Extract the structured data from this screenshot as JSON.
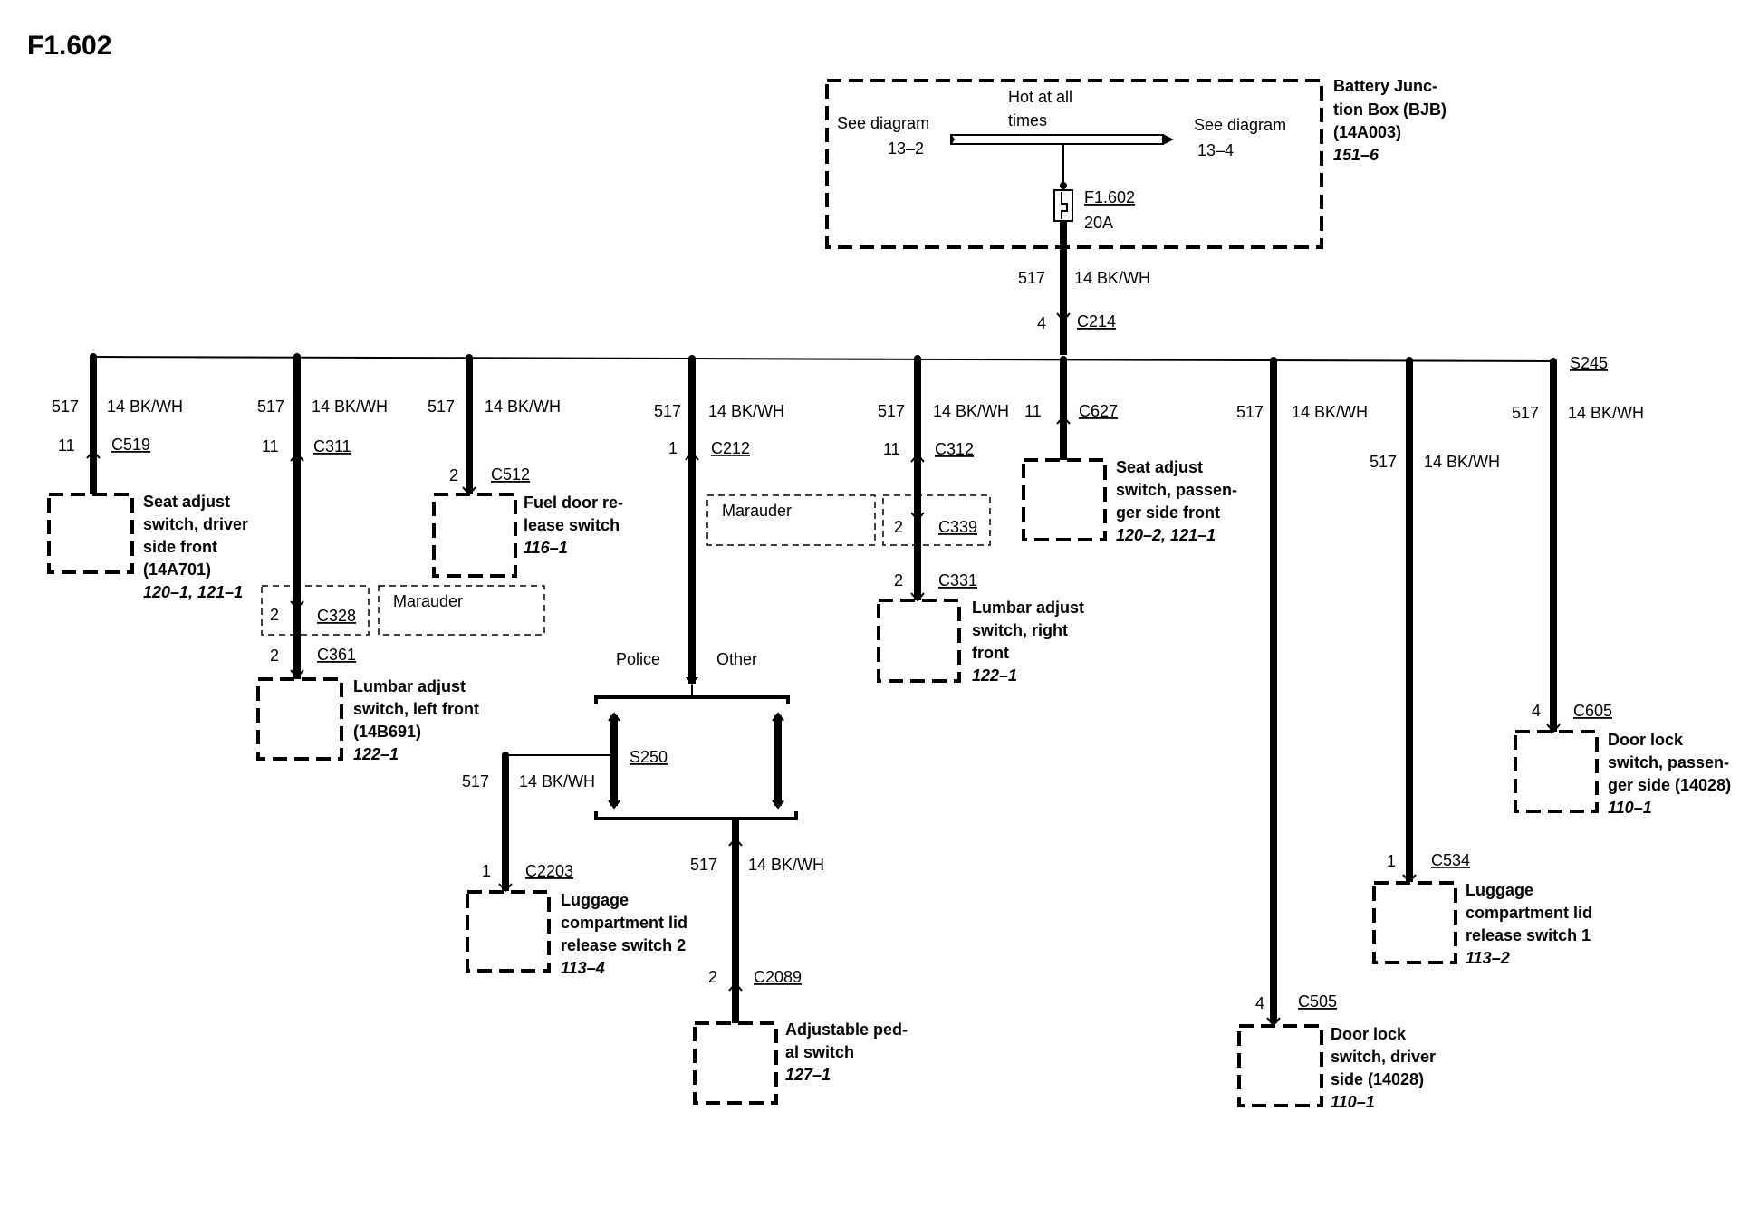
{
  "title": "F1.602",
  "bjb": {
    "name_lines": [
      "Battery Junc-",
      "tion Box (BJB)",
      "(14A003)"
    ],
    "ref": "151–6",
    "hot_lines": [
      "Hot at all",
      "times"
    ],
    "see_left_lines": [
      "See diagram",
      "13–2"
    ],
    "see_right_lines": [
      "See diagram",
      "13–4"
    ],
    "fuse_label": "F1.602",
    "fuse_rating": "20A"
  },
  "feed": {
    "circuit": "517",
    "wire": "14 BK/WH",
    "pin": "4",
    "connector": "C214"
  },
  "splices": {
    "main": "S245",
    "s250": "S250"
  },
  "options": {
    "marauder": "Marauder",
    "police": "Police",
    "other": "Other"
  },
  "branches": [
    {
      "circuit": "517",
      "wire": "14 BK/WH",
      "pin": "11",
      "connector": "C519",
      "component_lines": [
        "Seat adjust",
        "switch, driver",
        "side front",
        "(14A701)"
      ],
      "ref": "120–1, 121–1"
    },
    {
      "circuit": "517",
      "wire": "14 BK/WH",
      "pin": "11",
      "connector": "C311",
      "inline_pin": "2",
      "inline_connector": "C328",
      "pin2": "2",
      "connector2": "C361",
      "component_lines": [
        "Lumbar adjust",
        "switch, left front",
        "(14B691)"
      ],
      "ref": "122–1"
    },
    {
      "circuit": "517",
      "wire": "14 BK/WH",
      "pin": "2",
      "connector": "C512",
      "component_lines": [
        "Fuel door re-",
        "lease switch"
      ],
      "ref": "116–1"
    },
    {
      "circuit": "517",
      "wire": "14 BK/WH",
      "pin": "1",
      "connector": "C212"
    },
    {
      "circuit": "517",
      "wire": "14 BK/WH",
      "pin": "11",
      "connector": "C312",
      "inline_pin": "2",
      "inline_connector": "C339",
      "pin2": "2",
      "connector2": "C331",
      "component_lines": [
        "Lumbar adjust",
        "switch, right",
        "front"
      ],
      "ref": "122–1"
    },
    {
      "pin": "11",
      "connector": "C627",
      "component_lines": [
        "Seat adjust",
        "switch, passen-",
        "ger side front"
      ],
      "ref": "120–2, 121–1"
    },
    {
      "circuit": "517",
      "wire": "14 BK/WH",
      "pin": "4",
      "connector": "C505",
      "component_lines": [
        "Door lock",
        "switch, driver",
        "side (14028)"
      ],
      "ref": "110–1"
    },
    {
      "circuit": "517",
      "wire": "14 BK/WH",
      "pin": "1",
      "connector": "C534",
      "component_lines": [
        "Luggage",
        "compartment lid",
        "release switch 1"
      ],
      "ref": "113–2"
    },
    {
      "circuit": "517",
      "wire": "14 BK/WH",
      "pin": "4",
      "connector": "C605",
      "component_lines": [
        "Door lock",
        "switch, passen-",
        "ger side (14028)"
      ],
      "ref": "110–1"
    }
  ],
  "luggage2": {
    "circuit": "517",
    "wire": "14 BK/WH",
    "pin": "1",
    "connector": "C2203",
    "component_lines": [
      "Luggage",
      "compartment lid",
      "release switch 2"
    ],
    "ref": "113–4"
  },
  "pedal": {
    "circuit": "517",
    "wire": "14 BK/WH",
    "pin": "2",
    "connector": "C2089",
    "component_lines": [
      "Adjustable ped-",
      "al switch"
    ],
    "ref": "127–1"
  }
}
